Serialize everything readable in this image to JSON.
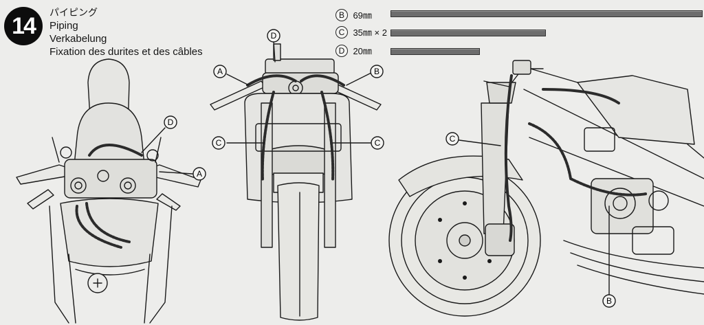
{
  "step": {
    "number": "14"
  },
  "titles": {
    "jp": "パイピング",
    "en": "Piping",
    "de": "Verkabelung",
    "fr": "Fixation des durites et des câbles"
  },
  "legend": [
    {
      "letter": "B",
      "length": "69㎜"
    },
    {
      "letter": "C",
      "length": "35㎜ × 2"
    },
    {
      "letter": "D",
      "length": "20㎜"
    }
  ],
  "callouts": {
    "A": "A",
    "B": "B",
    "C": "C",
    "D": "D"
  }
}
